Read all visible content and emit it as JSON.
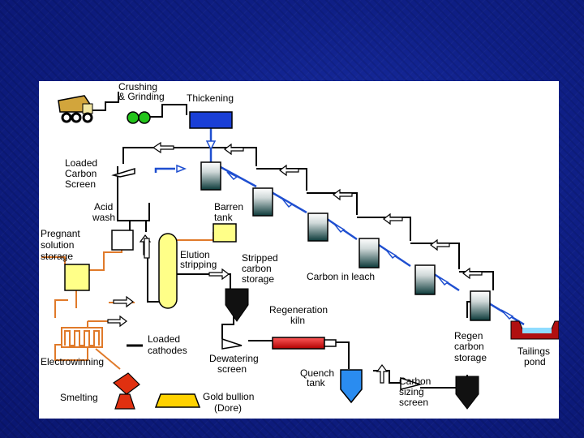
{
  "labels": {
    "crushing_1": "Crushing",
    "crushing_2": "& Grinding",
    "thickening": "Thickening",
    "loaded_carbon_1": "Loaded",
    "loaded_carbon_2": "Carbon",
    "loaded_carbon_3": "Screen",
    "acid_1": "Acid",
    "acid_2": "wash",
    "barren_1": "Barren",
    "barren_2": "tank",
    "pregnant_1": "Pregnant",
    "pregnant_2": "solution",
    "pregnant_3": "storage",
    "elution_1": "Elution",
    "elution_2": "stripping",
    "stripped_1": "Stripped",
    "stripped_2": "carbon",
    "stripped_3": "storage",
    "carbon_in_leach": "Carbon in leach",
    "regeneration_1": "Regeneration",
    "regeneration_2": "kiln",
    "regen_storage_1": "Regen",
    "regen_storage_2": "carbon",
    "regen_storage_3": "storage",
    "tailings_1": "Tailings",
    "tailings_2": "pond",
    "loaded_cathodes_1": "Loaded",
    "loaded_cathodes_2": "cathodes",
    "electrowinning": "Electrowinning",
    "dewatering_1": "Dewatering",
    "dewatering_2": "screen",
    "quench_1": "Quench",
    "quench_2": "tank",
    "sizing_1": "Carbon",
    "sizing_2": "sizing",
    "sizing_3": "screen",
    "smelting": "Smelting",
    "gold_1": "Gold bullion",
    "gold_2": "(Dore)"
  },
  "colors": {
    "slurry": "#1f4fd0",
    "solution": "#e07a2a",
    "thickener": "#1a3fd6",
    "kiln": "#e01818",
    "quench": "#2a8cf0",
    "gold": "#ffd200",
    "tank_yellow": "#ffff88",
    "crusher_green": "#22c41a",
    "smelter_red": "#e03010"
  }
}
